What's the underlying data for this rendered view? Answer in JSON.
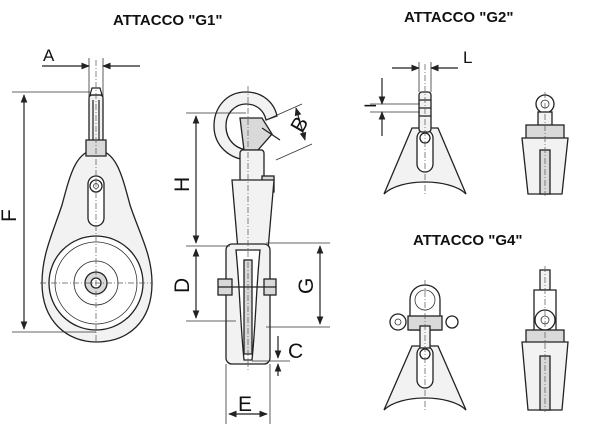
{
  "titles": {
    "g1": "ATTACCO \"G1\"",
    "g2": "ATTACCO \"G2\"",
    "g4": "ATTACCO \"G4\""
  },
  "dimensions": {
    "a": "A",
    "b": "B",
    "c": "C",
    "d": "D",
    "e": "E",
    "f": "F",
    "g": "G",
    "h": "H",
    "i": "I",
    "l": "L"
  }
}
